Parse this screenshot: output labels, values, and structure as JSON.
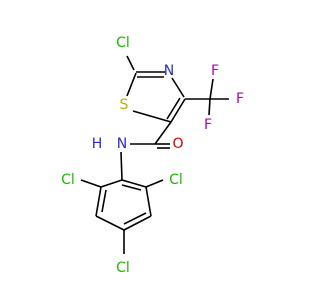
{
  "colors": {
    "background": "#ffffff",
    "bond": "#000000",
    "Cl": "#1fb800",
    "S": "#b4b400",
    "N": "#2b2bd6",
    "O": "#e00000",
    "F": "#b400b4"
  },
  "labels": {
    "cl_thiazole": "Cl",
    "s_ring": "S",
    "n_ring": "N",
    "f_top": "F",
    "f_right": "F",
    "f_bottom": "F",
    "o_carbonyl": "O",
    "nh_amide": "N",
    "h_amide": "H",
    "cl_left_ortho": "Cl",
    "cl_right_ortho": "Cl",
    "cl_para": "Cl"
  }
}
